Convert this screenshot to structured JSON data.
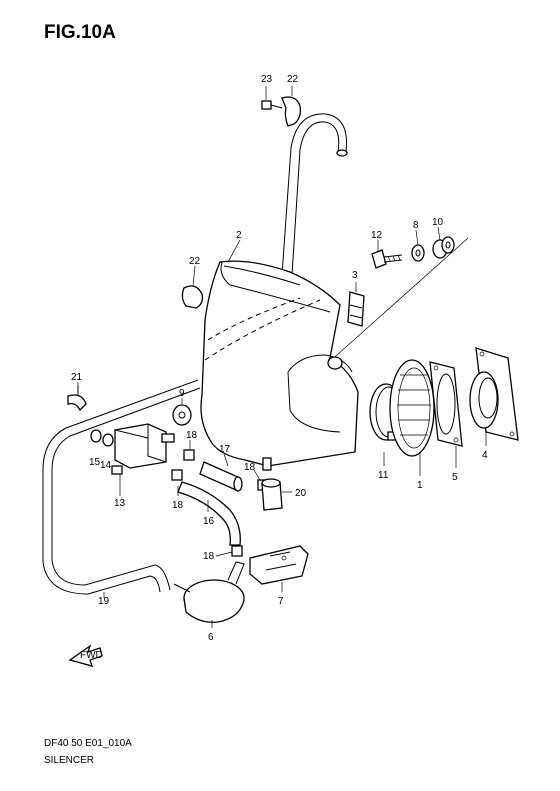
{
  "figure": {
    "title": "FIG.10A",
    "code": "DF40 50 E01_010A",
    "name": "SILENCER",
    "fwd_label": "FWD"
  },
  "callouts": {
    "p1": "1",
    "p2": "2",
    "p3": "3",
    "p4": "4",
    "p5": "5",
    "p6": "6",
    "p7": "7",
    "p8": "8",
    "p9": "9",
    "p10": "10",
    "p11": "11",
    "p12": "12",
    "p13": "13",
    "p14": "14",
    "p15": "15",
    "p16": "16",
    "p17": "17",
    "p18a": "18",
    "p18b": "18",
    "p18c": "18",
    "p18d": "18",
    "p19": "19",
    "p20": "20",
    "p21": "21",
    "p22a": "22",
    "p22b": "22",
    "p23": "23"
  }
}
